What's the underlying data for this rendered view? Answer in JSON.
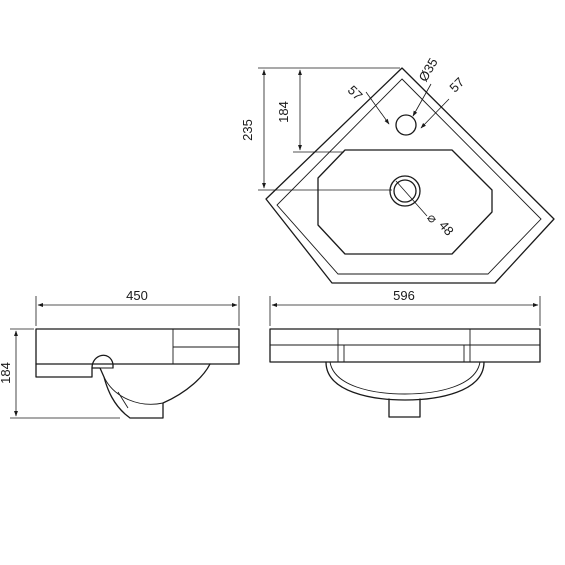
{
  "dimensions": {
    "top_depth_total": "235",
    "top_depth_inner": "184",
    "tap_offset_left": "57",
    "tap_offset_right": "57",
    "tap_hole_diameter": "Ø35",
    "waste_diameter": "48",
    "waste_symbol": "⌀",
    "side_width": "450",
    "side_height": "184",
    "front_width": "596"
  },
  "colors": {
    "line": "#1a1a1a",
    "background": "#ffffff"
  }
}
